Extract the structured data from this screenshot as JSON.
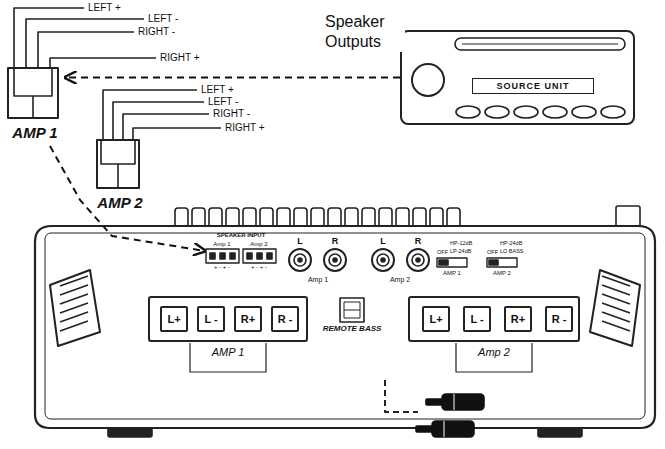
{
  "diagram": {
    "nodes": [
      {
        "text": [
          "SOURCE UNIT"
        ]
      },
      {
        "text": [
          "AMP 1"
        ]
      },
      {
        "text": [
          "AMP 2"
        ]
      },
      {
        "text": [
          "SPEAKER INPUT"
        ]
      },
      {
        "text": [
          "AMP 1"
        ]
      },
      {
        "text": [
          "L+"
        ],
        "in": 4
      },
      {
        "text": [
          "L -"
        ],
        "in": 4
      },
      {
        "text": [
          "R+"
        ],
        "in": 4
      },
      {
        "text": [
          "R -"
        ],
        "in": 4
      },
      {
        "text": [
          "REMOTE BASS"
        ]
      },
      {
        "text": [
          "Amp 2"
        ]
      },
      {
        "text": [
          "L+"
        ],
        "in": 10
      },
      {
        "text": [
          "L -"
        ],
        "in": 10
      },
      {
        "text": [
          "R+"
        ],
        "in": 10
      },
      {
        "text": [
          "R -"
        ],
        "in": 10
      }
    ],
    "edges": [
      {
        "from": 0,
        "to": 1,
        "label": "Speaker Outputs",
        "arrow": "to"
      },
      {
        "from": 1,
        "to": 3,
        "arrow": "to"
      }
    ],
    "labels": [
      "LEFT +",
      "LEFT -",
      "RIGHT -",
      "RIGHT +",
      "LEFT +",
      "LEFT -",
      "RIGHT -",
      "RIGHT +",
      "Amp 1",
      "Amp 2",
      "+ - + -",
      "+ - + -",
      "L",
      "R",
      "Amp 1",
      "L",
      "R",
      "Amp 2",
      "OFF",
      "HP-12dB",
      "LP-24dB",
      "AMP 1",
      "OFF",
      "HP-24dB",
      "LO BASS",
      "AMP 2"
    ]
  }
}
